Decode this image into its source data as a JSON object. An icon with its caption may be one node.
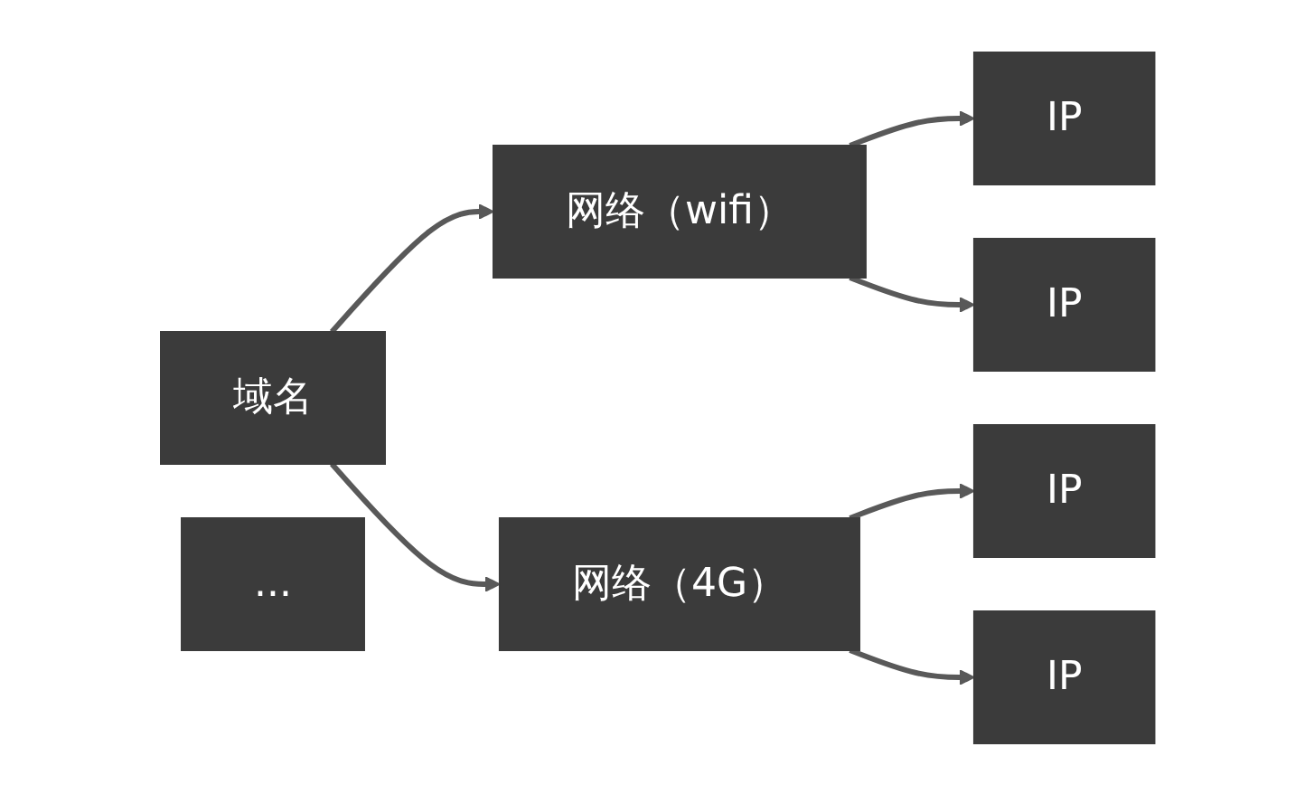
{
  "diagram": {
    "nodes": [
      {
        "text": [
          "域名"
        ]
      },
      {
        "text": [
          "网络（wifi）"
        ]
      },
      {
        "text": [
          "网络（4G）"
        ]
      },
      {
        "text": [
          "..."
        ]
      },
      {
        "text": [
          "IP"
        ]
      },
      {
        "text": [
          "IP"
        ]
      },
      {
        "text": [
          "IP"
        ]
      },
      {
        "text": [
          "IP"
        ]
      }
    ],
    "edges": [
      {
        "from": 0,
        "to": 1,
        "arrow": "to"
      },
      {
        "from": 0,
        "to": 2,
        "arrow": "to"
      },
      {
        "from": 1,
        "to": 4,
        "arrow": "to"
      },
      {
        "from": 1,
        "to": 5,
        "arrow": "to"
      },
      {
        "from": 2,
        "to": 6,
        "arrow": "to"
      },
      {
        "from": 2,
        "to": 7,
        "arrow": "to"
      }
    ]
  }
}
